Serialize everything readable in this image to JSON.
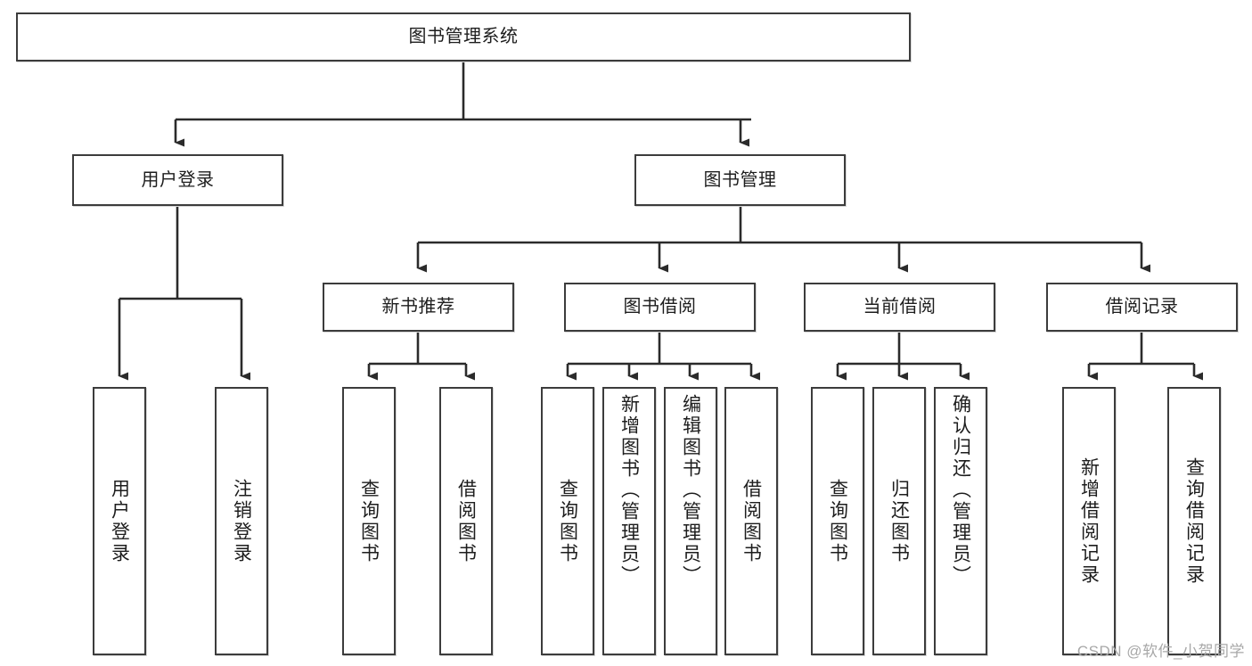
{
  "diagram": {
    "title": "图书管理系统",
    "watermark": "CSDN @软件_小贺同学",
    "colors": {
      "box_border": "#3c3c3c",
      "connector": "#2b2b2b",
      "background": "#ffffff",
      "text": "#1d1d1d",
      "watermark": "#a8a8a8"
    },
    "levels": {
      "root": {
        "label": "图书管理系统"
      },
      "level2": [
        {
          "id": "user-login",
          "label": "用户登录"
        },
        {
          "id": "book-manage",
          "label": "图书管理"
        }
      ],
      "level3": [
        {
          "id": "new-book-recommend",
          "label": "新书推荐",
          "parent": "book-manage"
        },
        {
          "id": "book-borrow",
          "label": "图书借阅",
          "parent": "book-manage"
        },
        {
          "id": "current-borrow",
          "label": "当前借阅",
          "parent": "book-manage"
        },
        {
          "id": "borrow-record",
          "label": "借阅记录",
          "parent": "book-manage"
        }
      ],
      "leaves": [
        {
          "id": "leaf-user-login",
          "label": "用户登录",
          "parent": "user-login"
        },
        {
          "id": "leaf-logout",
          "label": "注销登录",
          "parent": "user-login"
        },
        {
          "id": "leaf-query-book-1",
          "label": "查询图书",
          "parent": "new-book-recommend"
        },
        {
          "id": "leaf-borrow-book-1",
          "label": "借阅图书",
          "parent": "new-book-recommend"
        },
        {
          "id": "leaf-query-book-2",
          "label": "查询图书",
          "parent": "book-borrow"
        },
        {
          "id": "leaf-add-book",
          "label": "新增图书（管理员）",
          "parent": "book-borrow"
        },
        {
          "id": "leaf-edit-book",
          "label": "编辑图书（管理员）",
          "parent": "book-borrow"
        },
        {
          "id": "leaf-borrow-book-2",
          "label": "借阅图书",
          "parent": "book-borrow"
        },
        {
          "id": "leaf-query-book-3",
          "label": "查询图书",
          "parent": "current-borrow"
        },
        {
          "id": "leaf-return-book",
          "label": "归还图书",
          "parent": "current-borrow"
        },
        {
          "id": "leaf-confirm-return",
          "label": "确认归还（管理员）",
          "parent": "current-borrow"
        },
        {
          "id": "leaf-add-record",
          "label": "新增借阅记录",
          "parent": "borrow-record"
        },
        {
          "id": "leaf-query-record",
          "label": "查询借阅记录",
          "parent": "borrow-record"
        }
      ]
    }
  }
}
